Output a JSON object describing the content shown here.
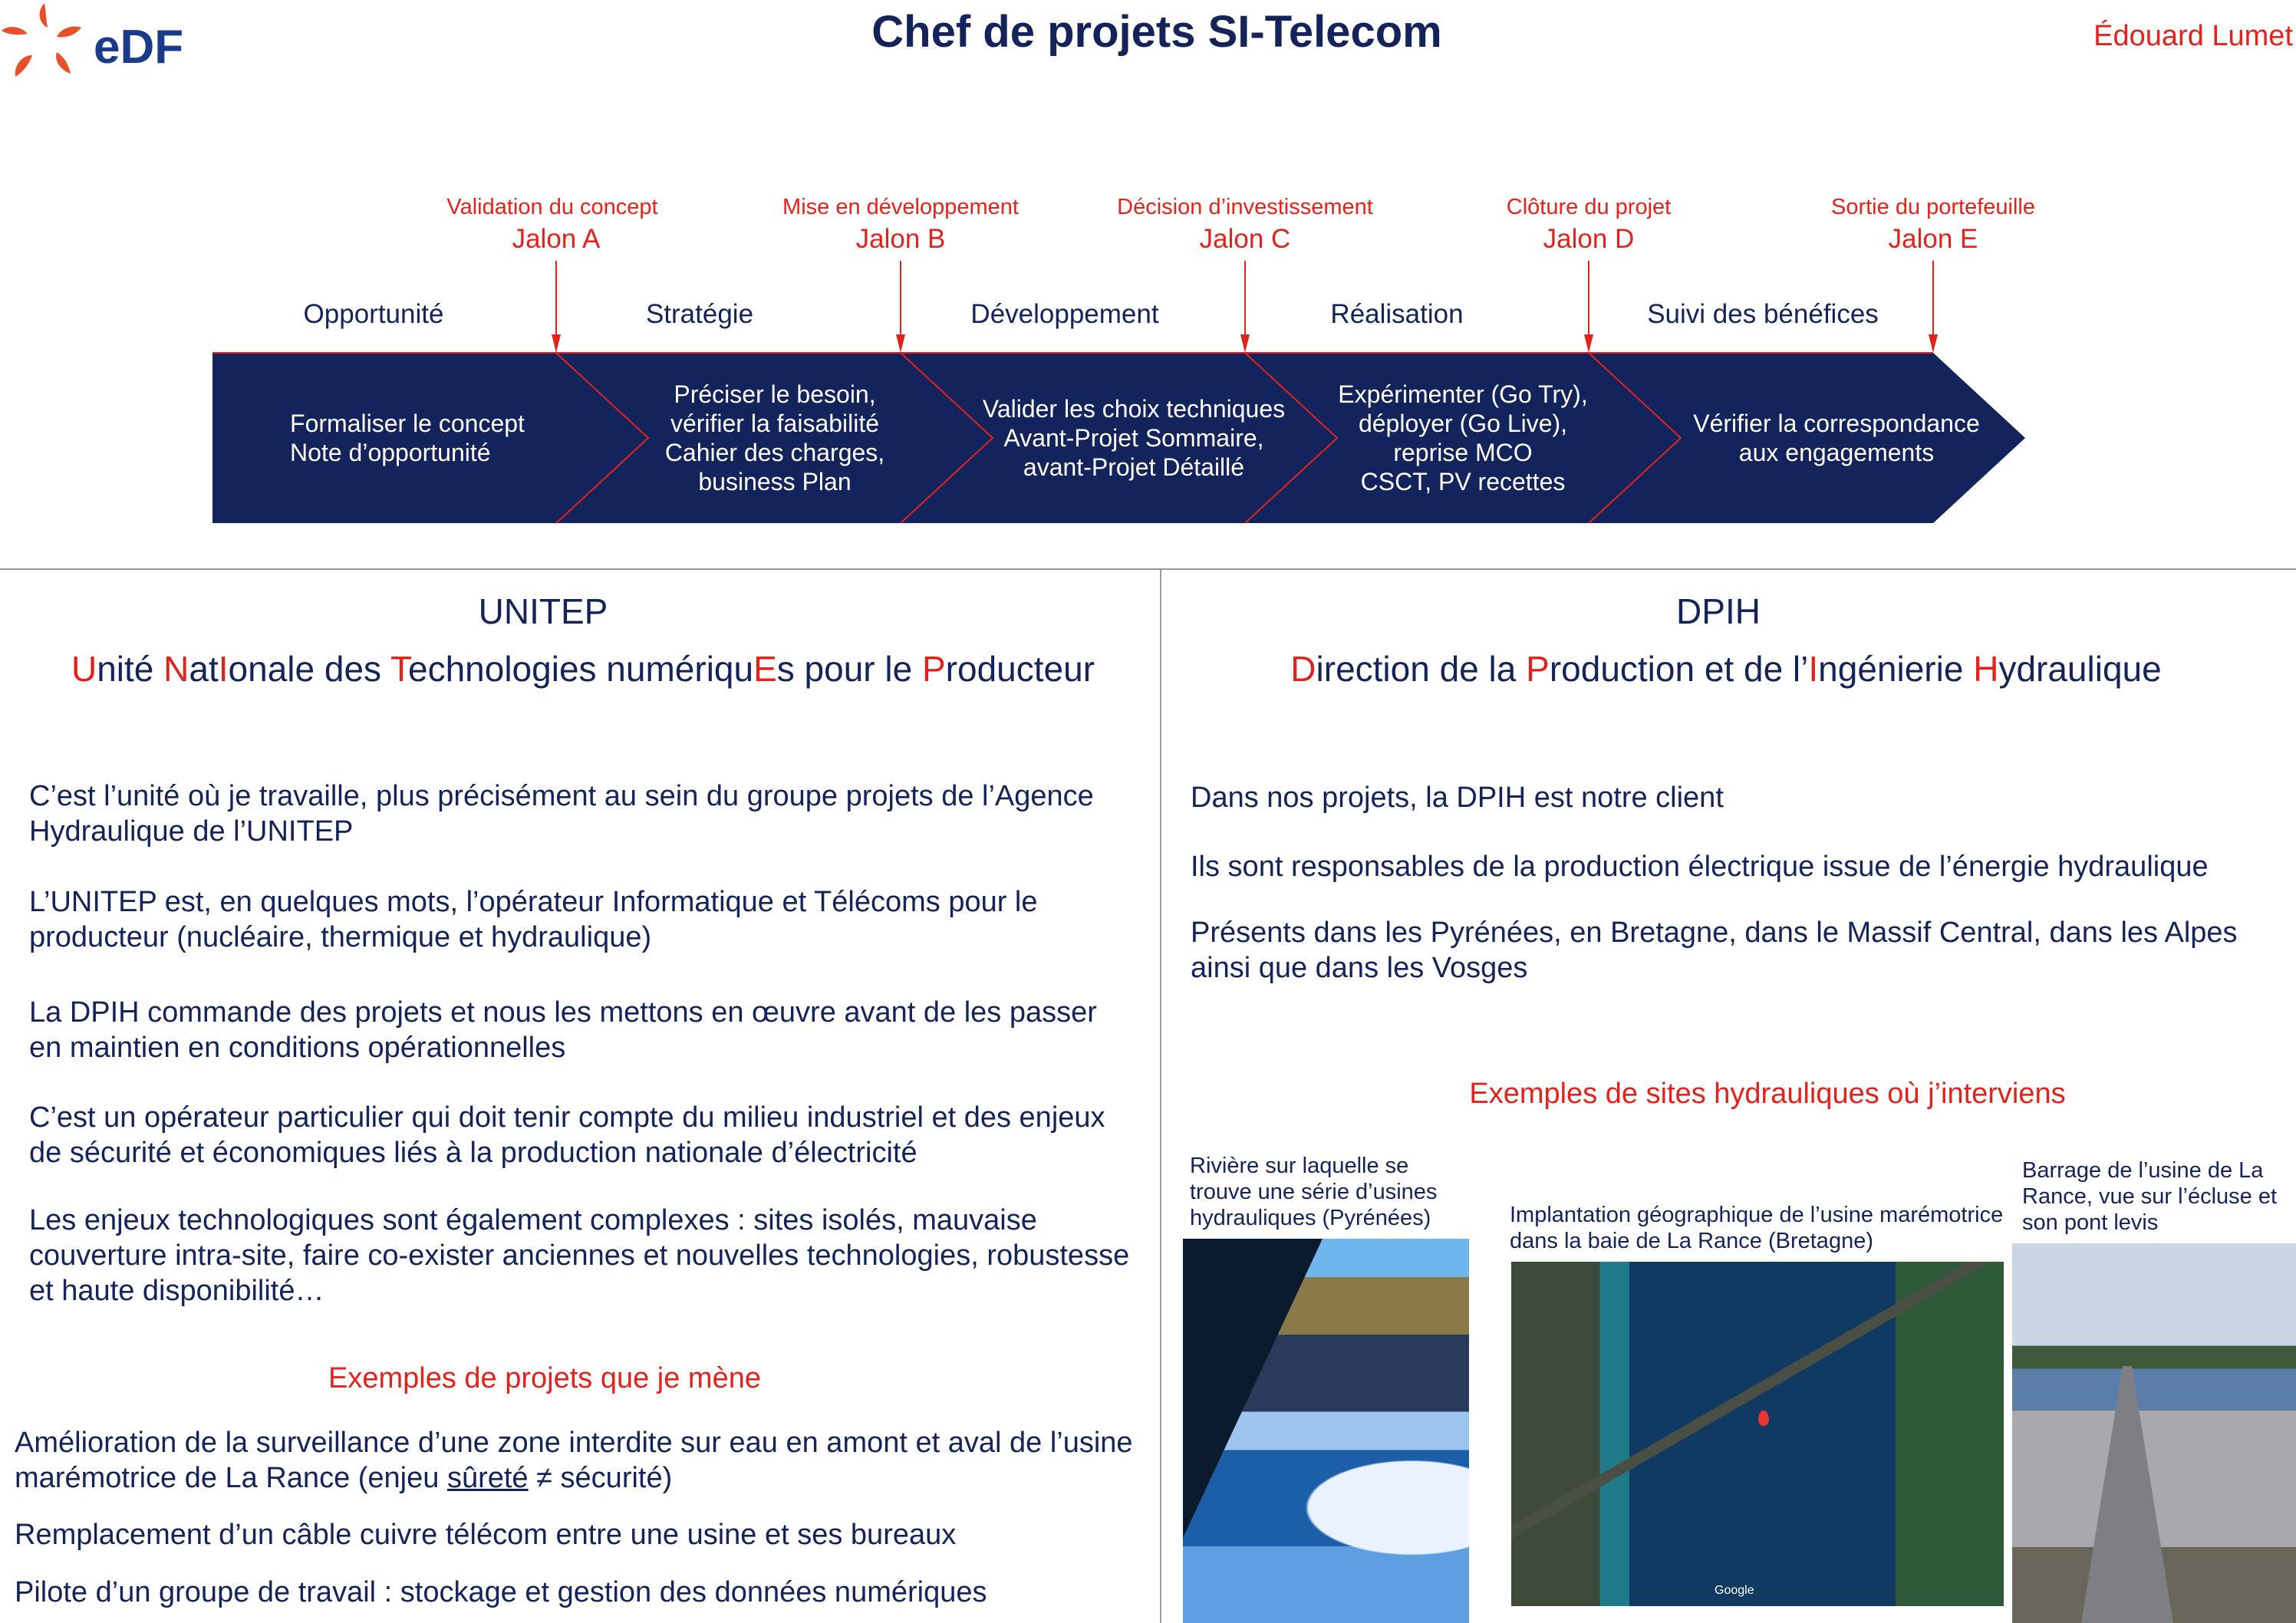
{
  "header": {
    "logo_text": "eDF",
    "title": "Chef de projets SI-Telecom",
    "author": "Édouard Lumet"
  },
  "milestones": [
    {
      "caption": "Validation du concept",
      "label": "Jalon A"
    },
    {
      "caption": "Mise en développement",
      "label": "Jalon B"
    },
    {
      "caption": "Décision d’investissement",
      "label": "Jalon C"
    },
    {
      "caption": "Clôture du projet",
      "label": "Jalon D"
    },
    {
      "caption": "Sortie du portefeuille",
      "label": "Jalon E"
    }
  ],
  "phases": [
    {
      "name": "Opportunité",
      "lines": [
        "Formaliser le concept",
        "Note d’opportunité"
      ]
    },
    {
      "name": "Stratégie",
      "lines": [
        "Préciser le besoin,",
        "vérifier la faisabilité",
        "Cahier des charges,",
        "business Plan"
      ]
    },
    {
      "name": "Développement",
      "lines": [
        "Valider les choix techniques",
        "Avant-Projet Sommaire,",
        "avant-Projet Détaillé"
      ]
    },
    {
      "name": "Réalisation",
      "lines": [
        "Expérimenter (Go Try),",
        "déployer (Go Live),",
        "reprise MCO",
        "CSCT, PV recettes"
      ]
    },
    {
      "name": "Suivi des bénéfices",
      "lines": [
        "Vérifier la correspondance",
        "aux engagements"
      ]
    }
  ],
  "left": {
    "heading": "UNITEP",
    "subtitle_parts": [
      {
        "t": "U",
        "red": true
      },
      {
        "t": "nité ",
        "red": false
      },
      {
        "t": "N",
        "red": true
      },
      {
        "t": "at",
        "red": false
      },
      {
        "t": "I",
        "red": true
      },
      {
        "t": "onale des ",
        "red": false
      },
      {
        "t": "T",
        "red": true
      },
      {
        "t": "echnologies numériqu",
        "red": false
      },
      {
        "t": "E",
        "red": true
      },
      {
        "t": "s pour le ",
        "red": false
      },
      {
        "t": "P",
        "red": true
      },
      {
        "t": "roducteur",
        "red": false
      }
    ],
    "paragraphs": [
      "C’est l’unité où je travaille, plus précisément au sein du groupe projets de l’Agence Hydraulique de l’UNITEP",
      "L’UNITEP est, en quelques mots, l’opérateur Informatique et Télécoms pour le producteur (nucléaire, thermique et hydraulique)",
      "La DPIH commande des projets et nous les mettons en œuvre avant de les passer en maintien en conditions opérationnelles",
      "C’est un opérateur particulier qui doit tenir compte du milieu industriel et des enjeux de sécurité et économiques liés à la production nationale d’électricité",
      "Les enjeux technologiques sont également complexes : sites isolés, mauvaise couverture intra-site, faire co-exister anciennes et nouvelles technologies, robustesse et haute disponibilité…"
    ],
    "examples_title": "Exemples de projets que je mène",
    "projects": [
      {
        "before": "Amélioration de la surveillance d’une zone interdite sur eau en amont et aval de l’usine marémotrice de La Rance (enjeu ",
        "underlined": "sûreté",
        "after": " ≠ sécurité)"
      },
      {
        "before": "Remplacement d’un câble cuivre télécom entre une usine et ses bureaux",
        "underlined": "",
        "after": ""
      },
      {
        "before": "Pilote d’un groupe de travail : stockage et gestion des données numériques",
        "underlined": "",
        "after": ""
      }
    ]
  },
  "right": {
    "heading": "DPIH",
    "subtitle_parts": [
      {
        "t": "D",
        "red": true
      },
      {
        "t": "irection de la ",
        "red": false
      },
      {
        "t": "P",
        "red": true
      },
      {
        "t": "roduction et de l’",
        "red": false
      },
      {
        "t": "I",
        "red": true
      },
      {
        "t": "ngénierie ",
        "red": false
      },
      {
        "t": "H",
        "red": true
      },
      {
        "t": "ydraulique",
        "red": false
      }
    ],
    "paragraphs": [
      "Dans nos projets, la DPIH est notre client",
      "Ils sont responsables de la production électrique issue de l’énergie hydraulique",
      "Présents dans les Pyrénées, en Bretagne, dans le Massif Central, dans les Alpes ainsi que dans les Vosges"
    ],
    "examples_title": "Exemples de sites hydrauliques où j’interviens",
    "sites": [
      {
        "caption": "Rivière sur laquelle se trouve une série d’usines hydrauliques (Pyrénées)"
      },
      {
        "caption": "Implantation géographique de l’usine marémotrice dans la baie de La Rance (Bretagne)",
        "map_label": "Google"
      },
      {
        "caption": "Barrage de l’usine de La Rance, vue sur l’écluse et son pont levis"
      }
    ]
  },
  "colors": {
    "navy": "#14245a",
    "red": "#e3231b",
    "band": "#13235b"
  }
}
